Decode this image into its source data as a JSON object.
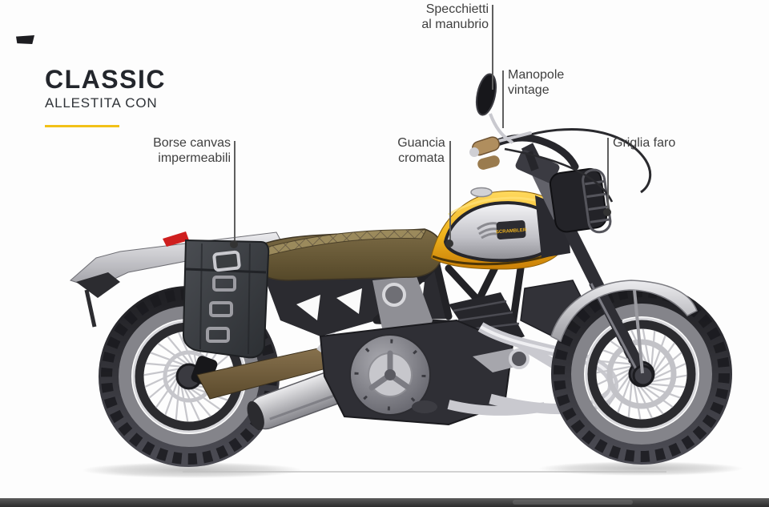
{
  "header": {
    "title": "CLASSIC",
    "subtitle": "ALLESTITA CON"
  },
  "callouts": [
    {
      "id": "specchietti",
      "lines": [
        "Specchietti",
        "al manubrio"
      ]
    },
    {
      "id": "manopole",
      "lines": [
        "Manopole",
        "vintage"
      ]
    },
    {
      "id": "griglia",
      "lines": [
        "Griglia faro"
      ]
    },
    {
      "id": "guancia",
      "lines": [
        "Guancia",
        "cromata"
      ]
    },
    {
      "id": "borse",
      "lines": [
        "Borse canvas",
        "impermeabili"
      ]
    }
  ],
  "illustration": {
    "subject": "Ducati Scrambler Classic side view",
    "badge_text": "SCRAMBLER"
  },
  "colors": {
    "accent_yellow": "#f2c118",
    "tank_yellow": "#f0b41e",
    "seat_brown": "#6e5e3c",
    "bag_gray": "#3c3f44",
    "chrome": "#c9c9ce",
    "label_text": "#3f3f3f",
    "line_gray": "#5f5f5f",
    "title_text": "#23262c",
    "bottom_bar": "#2c2c2c"
  }
}
